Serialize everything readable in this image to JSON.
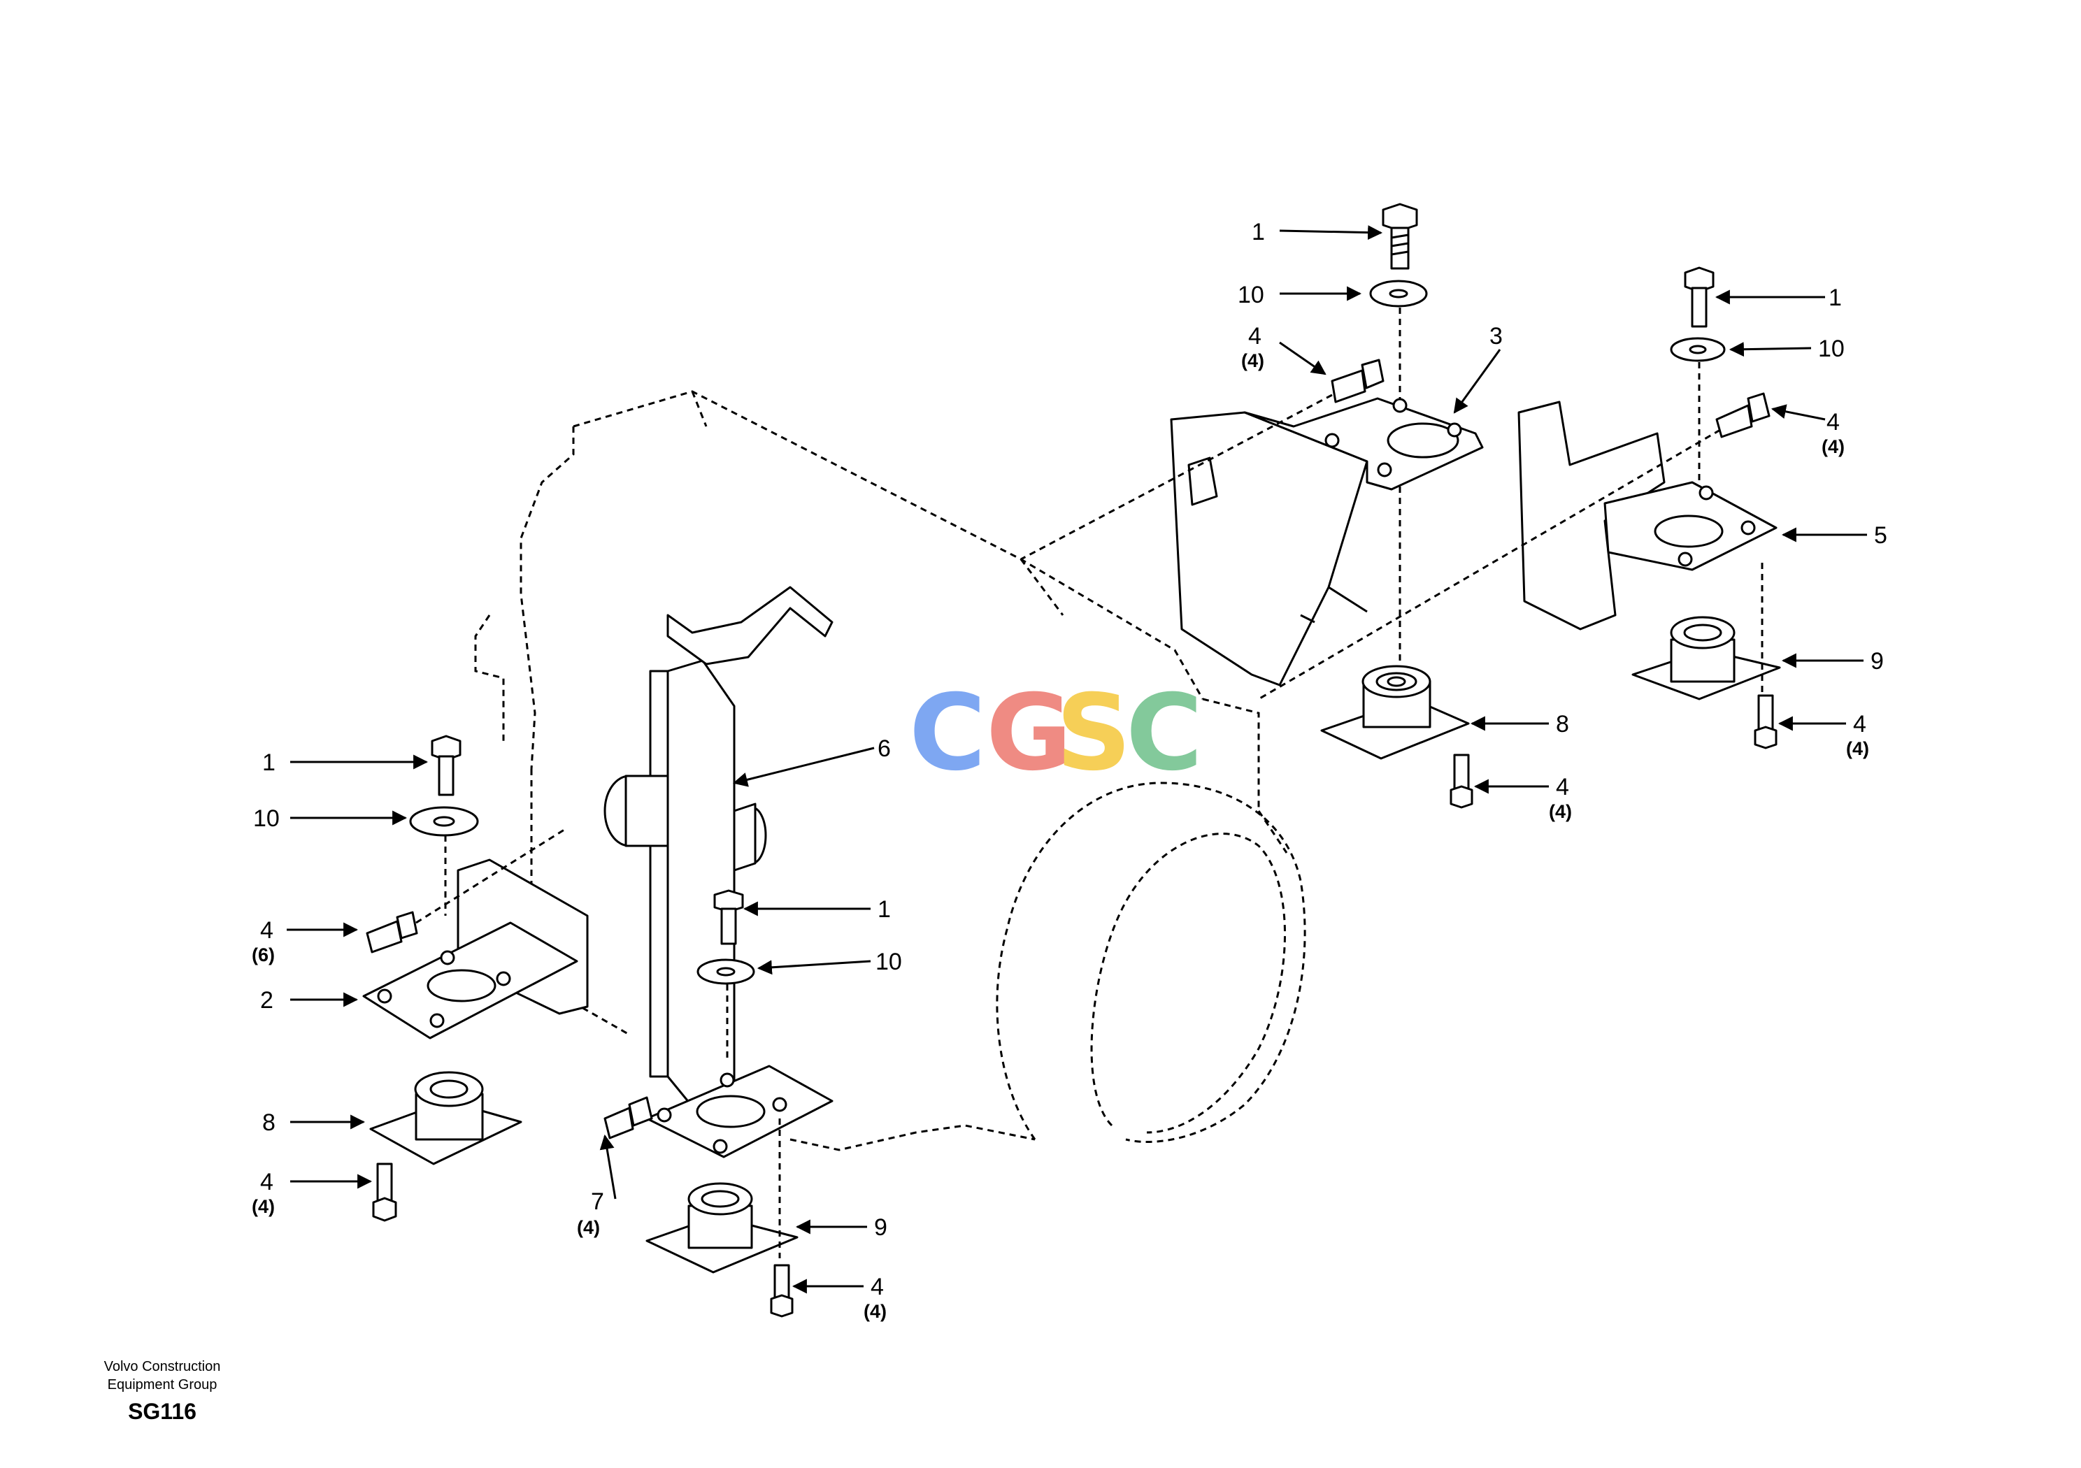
{
  "callouts": [
    {
      "number": "1"
    },
    {
      "number": "10"
    },
    {
      "number": "4",
      "qty": "(4)"
    },
    {
      "number": "3"
    },
    {
      "number": "1"
    },
    {
      "number": "10"
    },
    {
      "number": "4",
      "qty": "(4)"
    },
    {
      "number": "5"
    },
    {
      "number": "9"
    },
    {
      "number": "4",
      "qty": "(4)"
    },
    {
      "number": "8"
    },
    {
      "number": "4",
      "qty": "(4)"
    },
    {
      "number": "6"
    },
    {
      "number": "1"
    },
    {
      "number": "10"
    },
    {
      "number": "4",
      "qty": "(6)"
    },
    {
      "number": "2"
    },
    {
      "number": "1"
    },
    {
      "number": "10"
    },
    {
      "number": "8"
    },
    {
      "number": "4",
      "qty": "(4)"
    },
    {
      "number": "7",
      "qty": "(4)"
    },
    {
      "number": "9"
    },
    {
      "number": "4",
      "qty": "(4)"
    }
  ],
  "watermark": {
    "letters": [
      "C",
      "G",
      "S",
      "C"
    ],
    "colors": [
      "#7ea7f2",
      "#ef8b83",
      "#f6cf57",
      "#83c99b"
    ]
  },
  "footer": {
    "org_line1": "Volvo Construction",
    "org_line2": "Equipment Group",
    "code": "SG116"
  }
}
